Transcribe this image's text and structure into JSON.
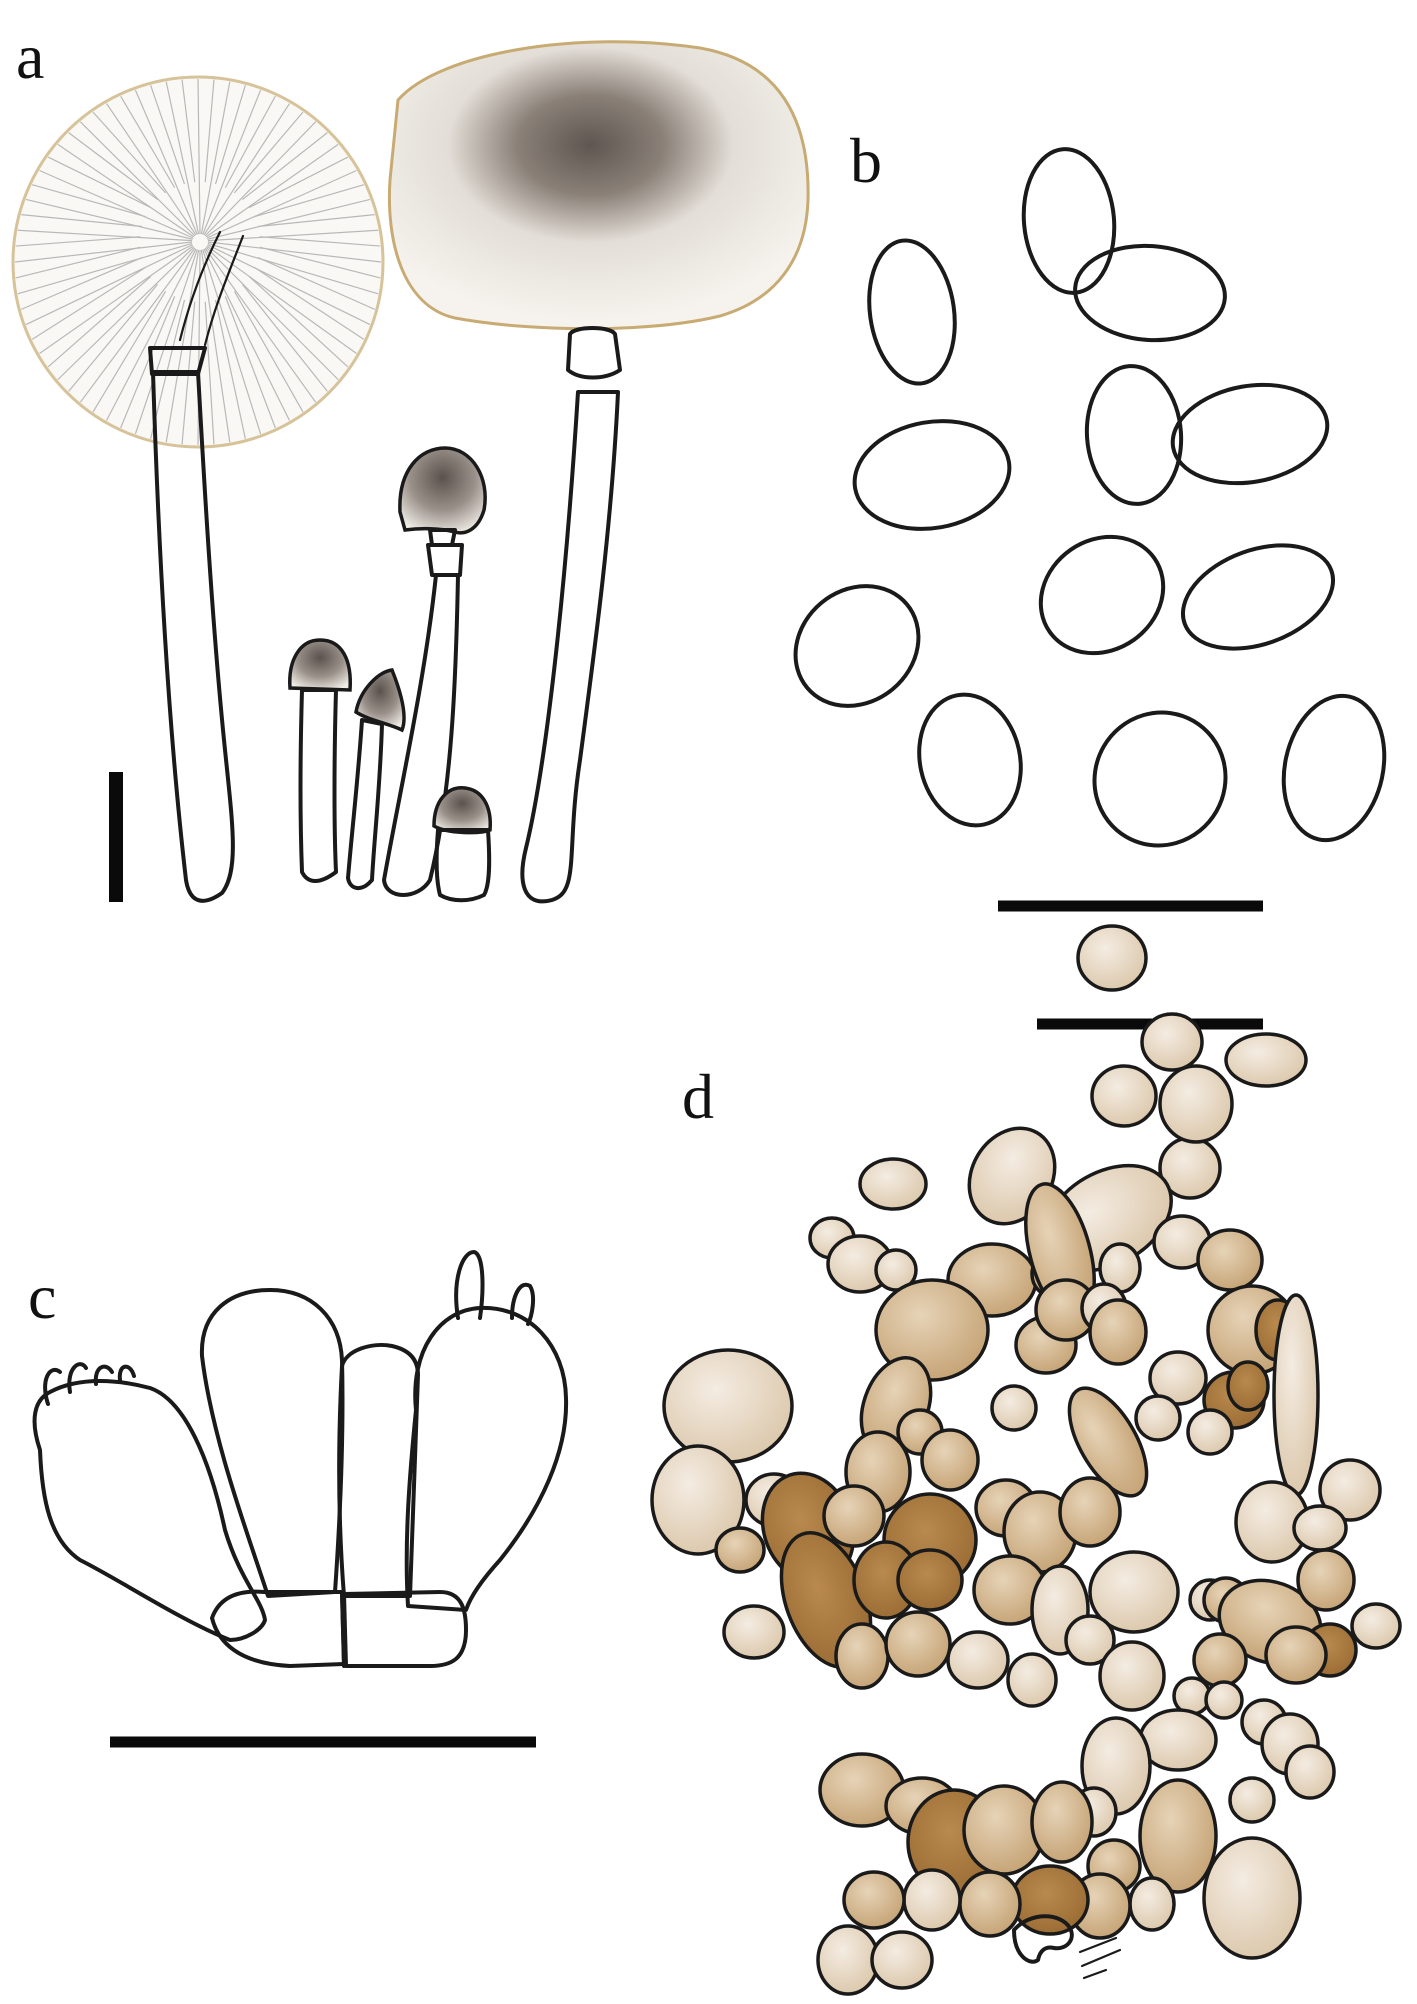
{
  "panels": [
    {
      "id": "a",
      "label": "a"
    },
    {
      "id": "b",
      "label": "b"
    },
    {
      "id": "c",
      "label": "c"
    },
    {
      "id": "d",
      "label": "d"
    }
  ],
  "colors": {
    "ink": "#1a1a1a",
    "cap_center": "#5e5650",
    "cap_fill": "#f4f1ec",
    "cap_edge": "#d9c7a0",
    "cell_light": "#e9dccb",
    "cell_dark": "#a5763e",
    "background": "#ffffff"
  }
}
